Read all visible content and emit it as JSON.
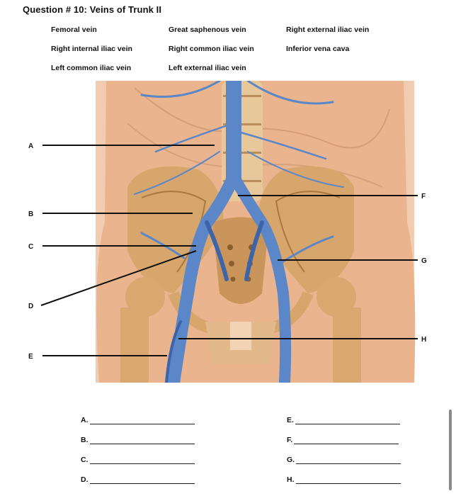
{
  "title": "Question # 10: Veins of Trunk II",
  "word_bank": [
    "Femoral vein",
    "Great saphenous vein",
    "Right external iliac vein",
    "Right internal iliac vein",
    "Right common iliac vein",
    "Inferior vena cava",
    "Left common iliac vein",
    "Left external iliac vein"
  ],
  "figure_labels": {
    "A": "A",
    "B": "B",
    "C": "C",
    "D": "D",
    "E": "E",
    "F": "F",
    "G": "G",
    "H": "H"
  },
  "answers": [
    {
      "label": "A."
    },
    {
      "label": "B."
    },
    {
      "label": "C."
    },
    {
      "label": "D."
    },
    {
      "label": "E."
    },
    {
      "label": "F."
    },
    {
      "label": "G."
    },
    {
      "label": "H."
    }
  ],
  "colors": {
    "skin": "#e9b48e",
    "bone": "#d7a66c",
    "vein": "#5b86c8",
    "vein_dark": "#3d64a8",
    "leader": "#111111"
  }
}
